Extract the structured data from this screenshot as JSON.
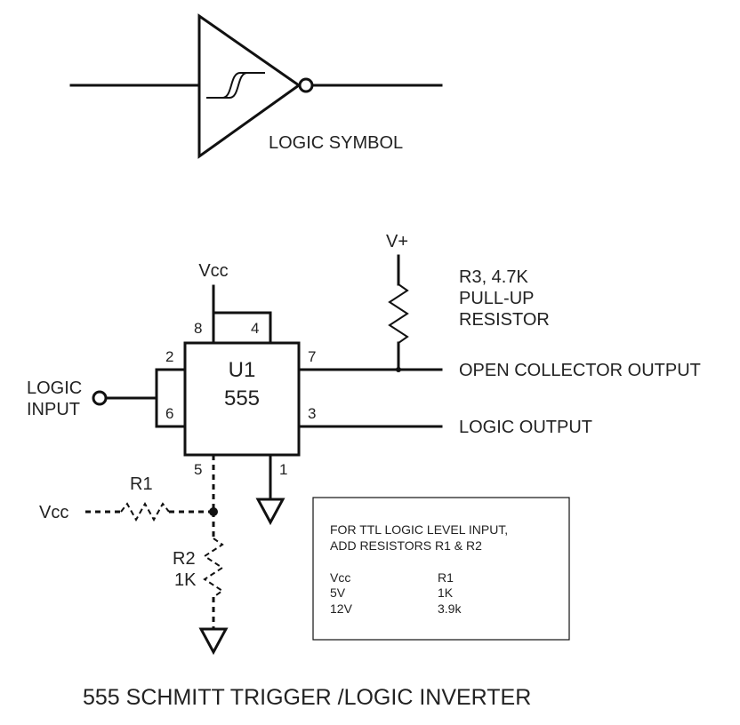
{
  "logic_symbol": {
    "caption": "LOGIC SYMBOL"
  },
  "supply": {
    "vcc_top": "Vcc",
    "vplus": "V+",
    "vcc_left": "Vcc"
  },
  "resistor_r3": {
    "line1": "R3, 4.7K",
    "line2": "PULL-UP",
    "line3": "RESISTOR"
  },
  "chip": {
    "ref": "U1",
    "part": "555"
  },
  "pins": {
    "p8": "8",
    "p4": "4",
    "p2": "2",
    "p7": "7",
    "p6": "6",
    "p3": "3",
    "p5": "5",
    "p1": "1"
  },
  "io": {
    "input_line1": "LOGIC",
    "input_line2": "INPUT",
    "open_collector": "OPEN COLLECTOR OUTPUT",
    "logic_output": "LOGIC OUTPUT"
  },
  "resistor_r1": {
    "name": "R1"
  },
  "resistor_r2": {
    "name": "R2",
    "value": "1K"
  },
  "note": {
    "line1": "FOR TTL LOGIC LEVEL INPUT,",
    "line2": "ADD RESISTORS R1 & R2",
    "table_headers": [
      "Vcc",
      "R1"
    ],
    "table_rows": [
      [
        "5V",
        "1K"
      ],
      [
        "12V",
        "3.9k"
      ]
    ]
  },
  "title": "555 SCHMITT TRIGGER /LOGIC INVERTER"
}
